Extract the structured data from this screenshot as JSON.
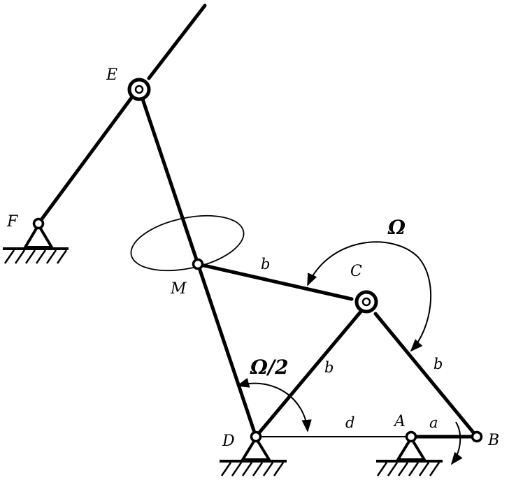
{
  "diagram": {
    "points": {
      "E": "E",
      "F": "F",
      "M": "M",
      "C": "C",
      "D": "D",
      "A": "A",
      "B": "B"
    },
    "lengths": {
      "mc": "b",
      "dc": "b",
      "cb": "b",
      "da": "d",
      "ab": "a"
    },
    "angles": {
      "omega": "Ω",
      "half_omega": "Ω/2"
    }
  }
}
